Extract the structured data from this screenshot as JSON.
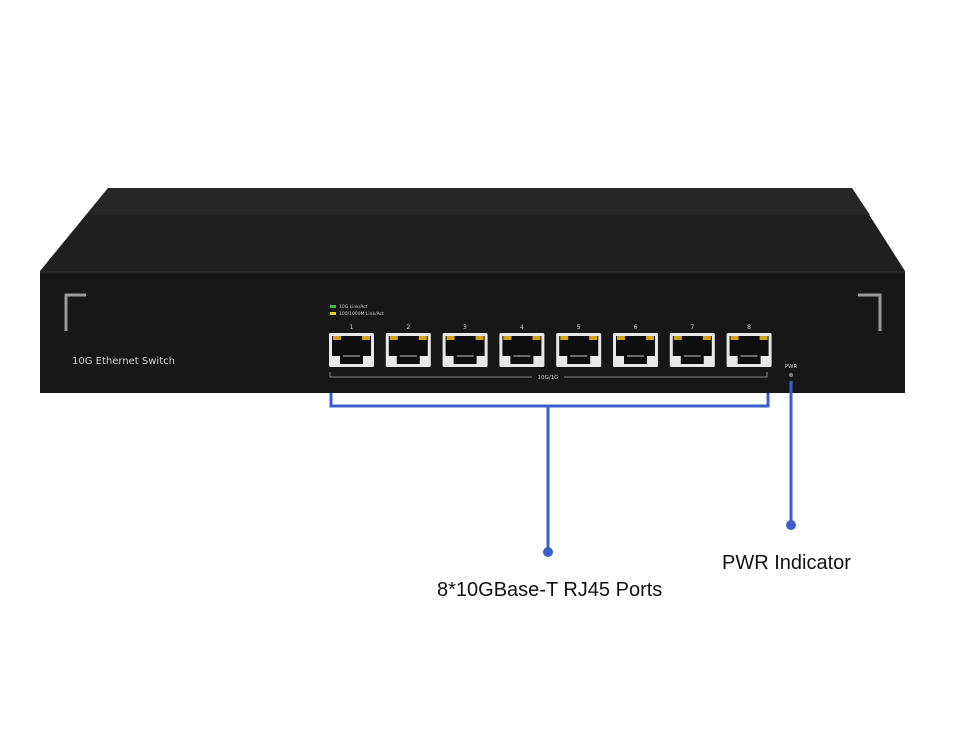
{
  "device": {
    "model_label": "10G Ethernet Switch",
    "legend": [
      {
        "text": "10G Link/Act",
        "color": "#3fbf3f"
      },
      {
        "text": "100/1000M Link/Act",
        "color": "#e6d21e"
      }
    ],
    "port_numbers": [
      "1",
      "2",
      "3",
      "4",
      "5",
      "6",
      "7",
      "8"
    ],
    "port_group_label": "10G/1G",
    "pwr_label": "PWR"
  },
  "callouts": {
    "ports": "8*10GBase-T RJ45 Ports",
    "pwr": "PWR Indicator"
  },
  "colors": {
    "chassis_top": "#1e1e1e",
    "chassis_front": "#161616",
    "callout_line": "#3a5fcd",
    "port_frame": "#e8e8e8",
    "port_led": "#d6a21a"
  }
}
